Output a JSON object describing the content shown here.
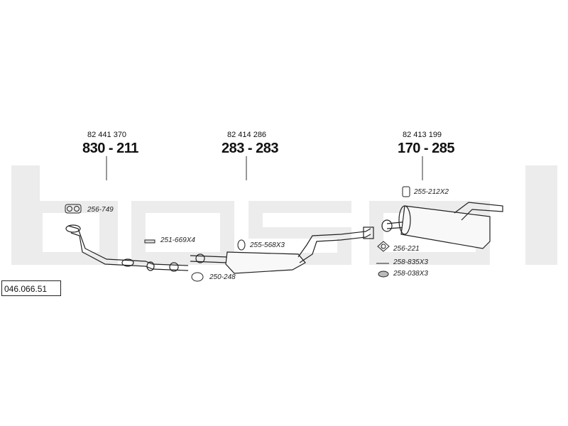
{
  "watermark": "bosal",
  "catalog_number": "046.066.51",
  "main_parts": [
    {
      "oe_number": "82 441 370",
      "part_code": "830 - 211"
    },
    {
      "oe_number": "82 414 286",
      "part_code": "283 - 283"
    },
    {
      "oe_number": "82 413 199",
      "part_code": "170 - 285"
    }
  ],
  "accessories": [
    {
      "code": "256-749"
    },
    {
      "code": "251-669X4"
    },
    {
      "code": "255-568X3"
    },
    {
      "code": "250-248"
    },
    {
      "code": "255-212X2"
    },
    {
      "code": "256-221"
    },
    {
      "code": "258-835X3"
    },
    {
      "code": "258-038X3"
    }
  ]
}
